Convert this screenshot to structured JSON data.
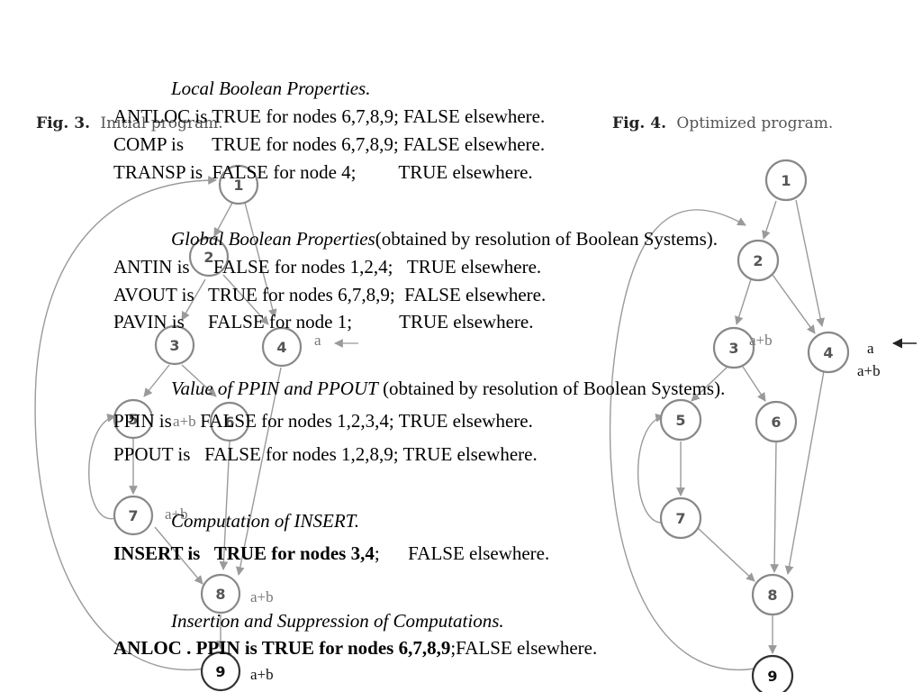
{
  "figures": {
    "left": {
      "caption_prefix": "Fig. 3.",
      "caption": "Initial program."
    },
    "right": {
      "caption_prefix": "Fig. 4.",
      "caption": "Optimized program."
    }
  },
  "nodes": [
    "1",
    "2",
    "3",
    "4",
    "5",
    "6",
    "7",
    "8",
    "9"
  ],
  "left_annotations": {
    "n4": "a",
    "n5": "a+b",
    "n7": "a+b",
    "n8": "a+b",
    "n9": "a+b"
  },
  "right_annotations": {
    "n3": "a+b",
    "n4_a": "a",
    "n4_ab": "a+b"
  },
  "text": {
    "local_heading": "Local Boolean Properties.",
    "antloc": "ANTLOC is TRUE for nodes 6,7,8,9; FALSE elsewhere.",
    "comp": "COMP is      TRUE for nodes 6,7,8,9; FALSE elsewhere.",
    "transp": "TRANSP is  FALSE for node 4;         TRUE elsewhere.",
    "global_heading": "Global Boolean Properties",
    "global_suffix": "(obtained by resolution of Boolean Systems).",
    "antin": "ANTIN is     FALSE for nodes 1,2,4;   TRUE elsewhere.",
    "avout": "AVOUT is   TRUE for nodes 6,7,8,9;  FALSE elsewhere.",
    "pavin": "PAVIN is     FALSE for node 1;          TRUE elsewhere.",
    "value_heading": "Value of PPIN and PPOUT",
    "value_suffix": " (obtained by resolution of Boolean Systems).",
    "ppin": "PPIN is      FALSE for nodes 1,2,3,4; TRUE elsewhere.",
    "ppout": "PPOUT is   FALSE for nodes 1,2,8,9; TRUE elsewhere.",
    "insert_heading": "Computation of INSERT.",
    "insert_bold": "INSERT is   TRUE for nodes 3,4",
    "insert_rest": ";      FALSE elsewhere.",
    "insertion_heading": "Insertion and Suppression of Computations.",
    "anloc_bold": "ANLOC . PPIN is TRUE for nodes 6,7,8,9",
    "anloc_rest": ";FALSE elsewhere."
  }
}
